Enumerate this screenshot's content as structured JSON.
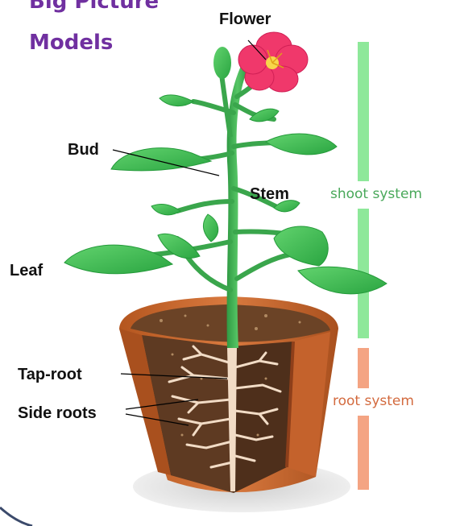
{
  "title": {
    "line1": "Big Picture",
    "line2": "Models"
  },
  "labels": {
    "flower": "Flower",
    "bud": "Bud",
    "stem": "Stem",
    "leaf": "Leaf",
    "tap_root": "Tap-root",
    "side_roots": "Side roots"
  },
  "systems": {
    "shoot": {
      "label": "shoot system",
      "color": "#8ee89a"
    },
    "root": {
      "label": "root system",
      "color": "#f4a483"
    }
  },
  "colors": {
    "title": "#7030a0",
    "leaf": "#3fbf4f",
    "leaf_dark": "#249a3a",
    "stem": "#3aa64c",
    "petal": "#f0386b",
    "pot": "#c4622c",
    "pot_dark": "#9c4720",
    "soil": "#5e3a22",
    "root": "#f2dcc6"
  }
}
